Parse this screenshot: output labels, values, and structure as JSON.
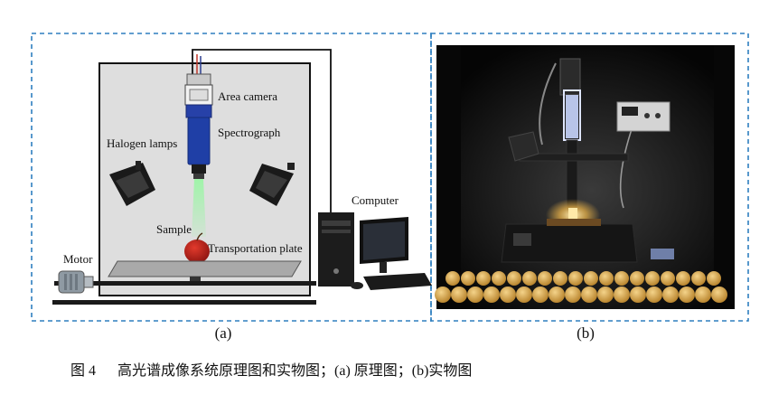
{
  "panel_a": {
    "labels": {
      "camera": "Area camera",
      "spectrograph": "Spectrograph",
      "lamps": "Halogen lamps",
      "sample": "Sample",
      "plate": "Transportation plate",
      "computer": "Computer",
      "motor": "Motor"
    },
    "letter": "(a)"
  },
  "panel_b": {
    "letter": "(b)"
  },
  "caption": {
    "figure_no": "图 4",
    "text": "高光谱成像系统原理图和实物图；(a) 原理图；(b)实物图"
  },
  "colors": {
    "frame_dash": "#2e7fbf",
    "box_fill": "#dcdcdc",
    "spectrograph_blue": "#1f3fa6",
    "beam_green": "#7de88a",
    "apple_red": "#c2241c",
    "photo_bg": "#0a0a0a"
  }
}
